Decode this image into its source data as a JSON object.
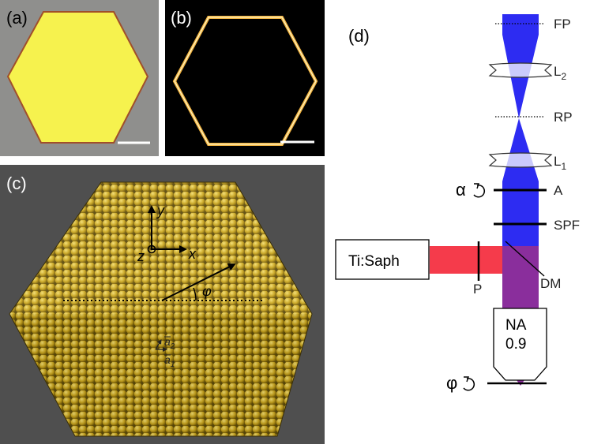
{
  "panels": {
    "a": {
      "label": "(a)"
    },
    "b": {
      "label": "(b)"
    },
    "c": {
      "label": "(c)",
      "axis_x": "x",
      "axis_y": "y",
      "axis_z": "z",
      "angle": "φ",
      "vec_a2": "a",
      "vec_a2_sub": "2",
      "vec_a1": "a",
      "vec_a1_sub": "1"
    },
    "d": {
      "label": "(d)"
    }
  },
  "optics": {
    "fp": "FP",
    "l2": "L",
    "l2_sub": "2",
    "rp": "RP",
    "l1": "L",
    "l1_sub": "1",
    "alpha": "α",
    "analyzer": "A",
    "spf": "SPF",
    "laser": "Ti:Saph",
    "polarizer": "P",
    "dm": "DM",
    "objective_line1": "NA",
    "objective_line2": "0.9",
    "phi": "φ"
  },
  "colors": {
    "blue_beam": "#2d2cf2",
    "red_beam": "#f53b4b",
    "purple_beam": "#8a2e9c",
    "gold": "#c9a51e",
    "flake_yellow": "#f6f24e"
  }
}
